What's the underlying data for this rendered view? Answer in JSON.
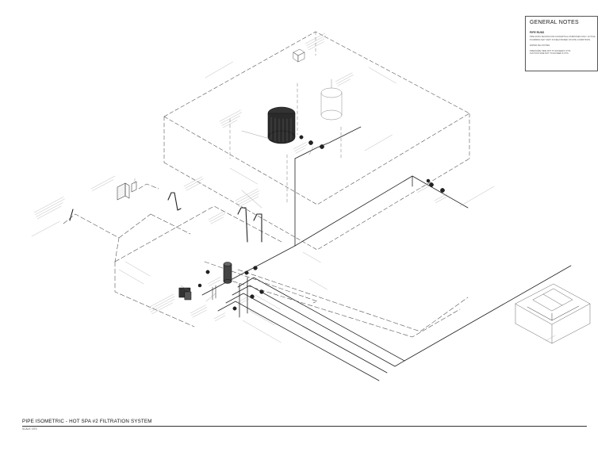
{
  "general_notes": {
    "title": "GENERAL NOTES",
    "subtitle": "PIPE RUNS",
    "lines": [
      "PIPE RUNS SHOWN FOR CONCEPTUAL PURPOSES ONLY. ACTUAL",
      "PLUMBING MAY VARY IN FIELD BASED ON SITE CONDITIONS.",
      "",
      "WATER VELOCITIES:",
      "",
      "PRESSURE SIDE NOT TO EXCEED 6 FT/S",
      "SUCTION SIDE NOT TO EXCEED 6 FT/S"
    ]
  },
  "title_block": {
    "title": "PIPE ISOMETRIC - HOT SPA #2 FILTRATION SYSTEM",
    "scale": "SCALE: NTS"
  }
}
